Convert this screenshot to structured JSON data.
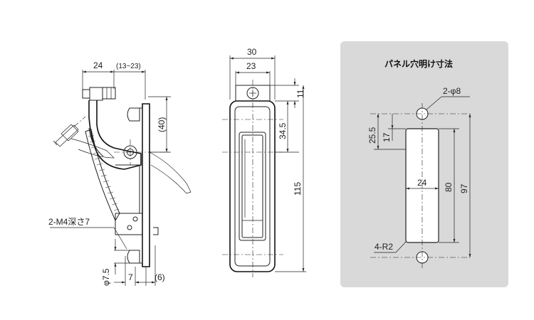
{
  "side_view": {
    "dim_24": "24",
    "dim_13_23": "(13~23)",
    "dim_40": "(40)",
    "dim_m4": "2-M4深さ7",
    "dim_phi75": "φ7.5",
    "dim_7": "7",
    "dim_6": "(6)"
  },
  "front_view": {
    "dim_30": "30",
    "dim_23": "23",
    "dim_11": "11",
    "dim_345": "34.5",
    "dim_115": "115"
  },
  "panel_cutout": {
    "title": "パネル穴明け寸法",
    "dim_phi8": "2-φ8",
    "dim_255": "25.5",
    "dim_17": "17",
    "dim_24": "24",
    "dim_80": "80",
    "dim_97": "97",
    "dim_r2": "4-R2"
  },
  "colors": {
    "panel_bg": "#d9d9d9",
    "line": "#222222"
  }
}
